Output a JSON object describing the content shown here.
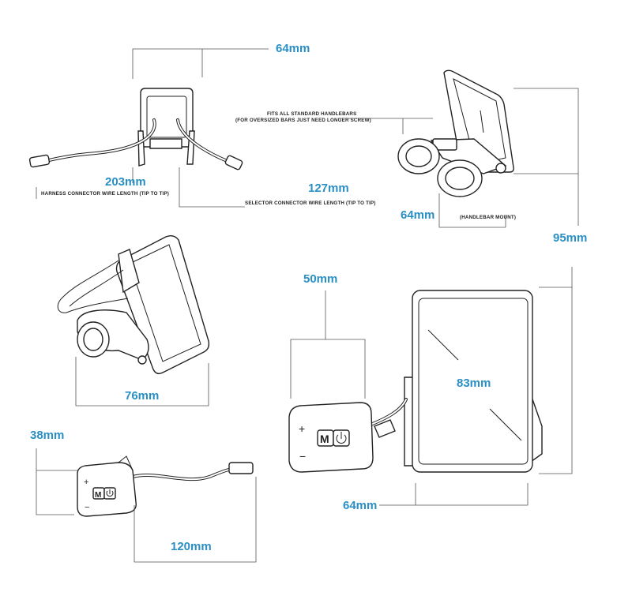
{
  "dimensions": {
    "top_width": "64mm",
    "harness_length": "203mm",
    "selector_length": "127mm",
    "mount_width": "64mm",
    "height": "95mm",
    "side_depth": "76mm",
    "remote_depth": "50mm",
    "screen_diagonal": "83mm",
    "front_width": "64mm",
    "remote_height": "38mm",
    "remote_wire_length": "120mm"
  },
  "notes": {
    "fits_line1": "FITS ALL STANDARD HANDLEBARS",
    "fits_line2": "(FOR OVERSIZED BARS JUST NEED LONGER SCREW)",
    "harness_caption": "HARNESS CONNECTOR WIRE LENGTH (TIP TO TIP)",
    "selector_caption": "SELECTOR CONNECTOR WIRE LENGTH (TIP TO TIP)",
    "mount_caption": "(HANDLEBAR MOUNT)"
  },
  "remote_buttons": {
    "plus": "+",
    "mode": "M",
    "minus": "−"
  },
  "icons": {
    "power": "power-icon"
  }
}
